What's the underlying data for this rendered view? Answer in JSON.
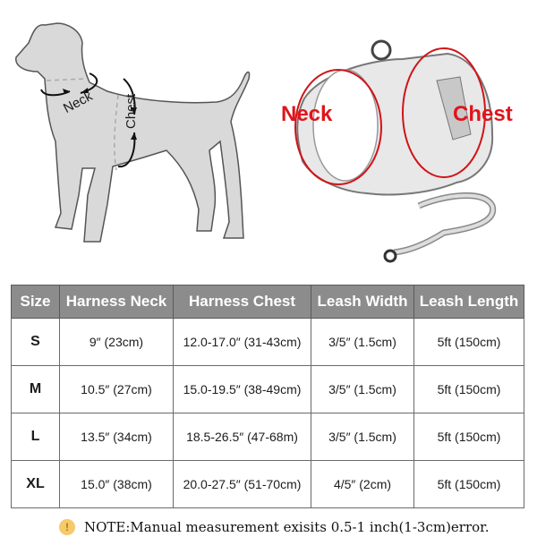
{
  "diagram": {
    "dog": {
      "neck_label": "Neck",
      "chest_label": "Chest"
    },
    "harness": {
      "neck_label": "Neck",
      "chest_label": "Chest"
    },
    "accent_color": "#e0141b"
  },
  "table": {
    "headers": [
      "Size",
      "Harness Neck",
      "Harness Chest",
      "Leash Width",
      "Leash Length"
    ],
    "rows": [
      [
        "S",
        "9″ (23cm)",
        "12.0-17.0″ (31-43cm)",
        "3/5″ (1.5cm)",
        "5ft (150cm)"
      ],
      [
        "M",
        "10.5″ (27cm)",
        "15.0-19.5″ (38-49cm)",
        "3/5″ (1.5cm)",
        "5ft (150cm)"
      ],
      [
        "L",
        "13.5″ (34cm)",
        "18.5-26.5″ (47-68m)",
        "3/5″ (1.5cm)",
        "5ft (150cm)"
      ],
      [
        "XL",
        "15.0″ (38cm)",
        "20.0-27.5″ (51-70cm)",
        "4/5″ (2cm)",
        "5ft (150cm)"
      ]
    ],
    "header_bg": "#8c8c8c"
  },
  "note": {
    "icon": "!",
    "text": "NOTE:Manual measurement exisits 0.5-1 inch(1-3cm)error."
  }
}
